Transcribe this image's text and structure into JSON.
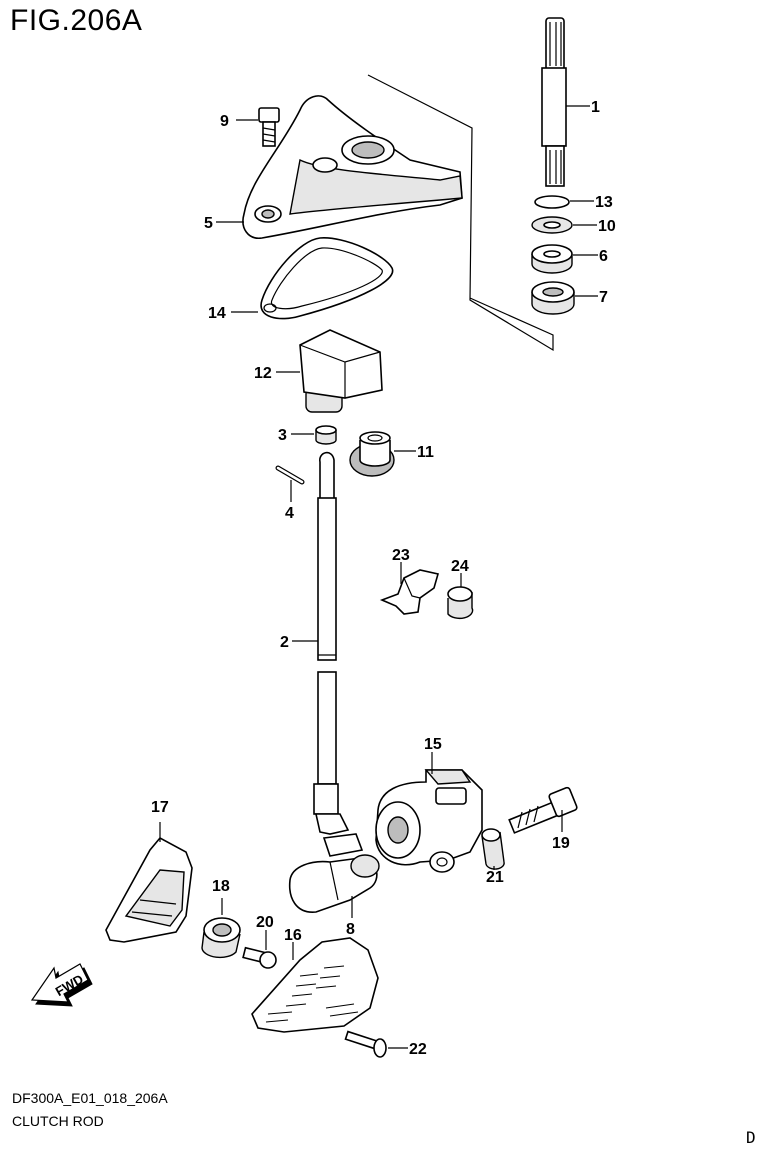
{
  "figure": {
    "title": "FIG.206A",
    "drawing_code": "DF300A_E01_018_206A",
    "caption": "CLUTCH ROD",
    "page_mark": "D"
  },
  "direction_arrow": {
    "label": "FWD",
    "icon": "fwd-arrow-icon"
  },
  "callouts": {
    "p1": "1",
    "p2": "2",
    "p3": "3",
    "p4": "4",
    "p5": "5",
    "p6": "6",
    "p7": "7",
    "p8": "8",
    "p9": "9",
    "p10": "10",
    "p11": "11",
    "p12": "12",
    "p13": "13",
    "p14": "14",
    "p15": "15",
    "p16": "16",
    "p17": "17",
    "p18": "18",
    "p19": "19",
    "p20": "20",
    "p21": "21",
    "p22": "22",
    "p23": "23",
    "p24": "24"
  }
}
